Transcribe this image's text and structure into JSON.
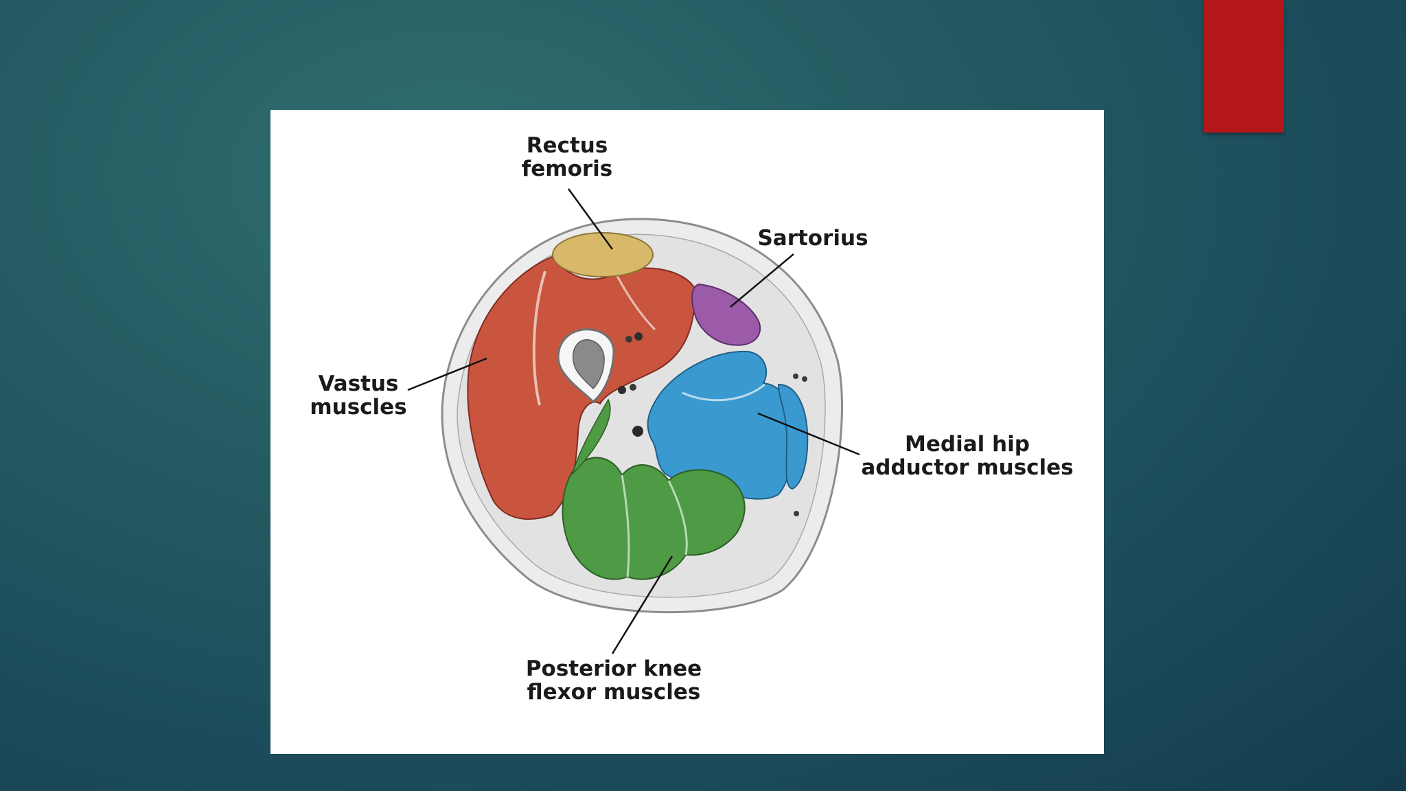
{
  "colors": {
    "background": "#1f5560",
    "accent_bar": "#b3171a",
    "panel": "#ffffff",
    "vastus": "#c9553f",
    "rectus_femoris": "#d8b96a",
    "sartorius": "#9b5ba8",
    "adductors": "#3a9ad0",
    "flexors": "#4f9a45",
    "subcutaneous": "#ececec",
    "bone": "#8a8a8a"
  },
  "diagram": {
    "labels": {
      "rectus_femoris": [
        "Rectus",
        "femoris"
      ],
      "sartorius": [
        "Sartorius"
      ],
      "vastus": [
        "Vastus",
        "muscles"
      ],
      "adductors": [
        "Medial hip",
        "adductor muscles"
      ],
      "flexors": [
        "Posterior knee",
        "flexor muscles"
      ]
    }
  }
}
